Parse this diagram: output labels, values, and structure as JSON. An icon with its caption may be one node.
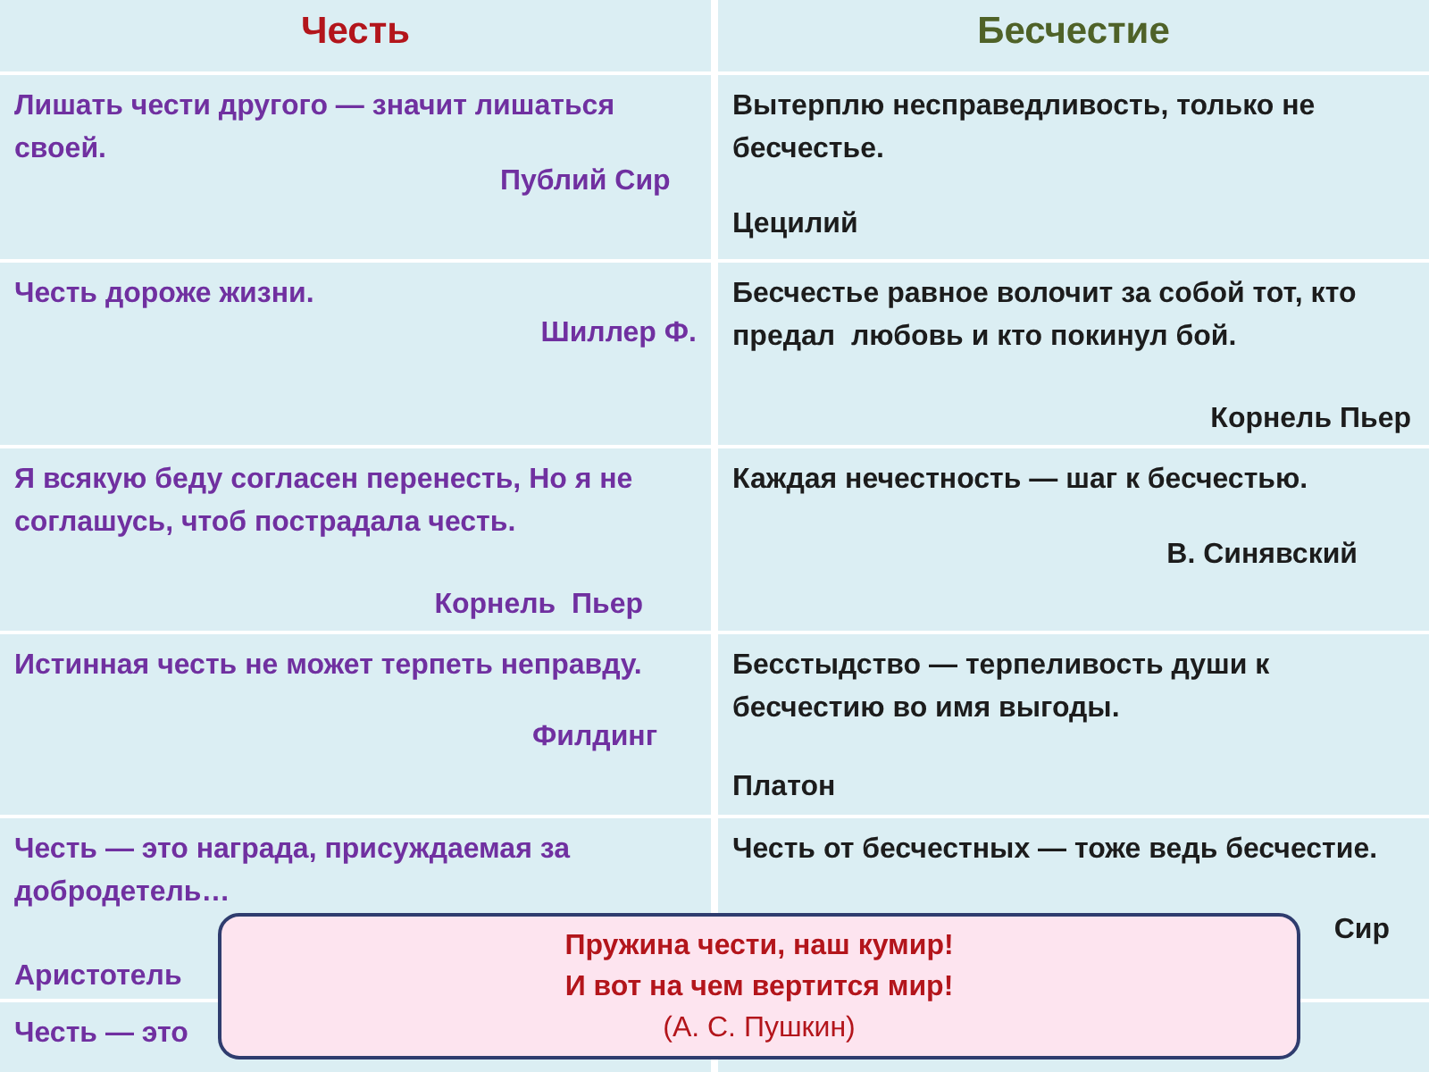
{
  "diagram": {
    "nodes": [
      {
        "text": [
          "Пружина чести, наш кумир!",
          "И вот на чем вертится мир!",
          "(А. С. Пушкин)"
        ]
      }
    ],
    "labels": [
      "Честь",
      "Бесчестие",
      "Лишать чести другого — значит лишаться своей.",
      "Публий Сир",
      "Вытерплю несправедливость, только не бесчестье.",
      "Цецилий",
      "Честь дороже жизни.",
      "Шиллер Ф.",
      "Бесчестье равное волочит за собой тот, кто предал  любовь и кто покинул бой.",
      "Корнель Пьер",
      "Я всякую беду согласен перенесть, Но я не соглашусь, чтоб пострадала честь.",
      "Корнель  Пьер",
      "Каждая нечестность — шаг к бесчестью.",
      "В. Синявский",
      "Истинная честь не может терпеть неправду.",
      "Филдинг",
      "Бесстыдство — терпеливость души к бесчестию во имя выгоды.",
      "Платон",
      "Честь — это награда, присуждаемая за добродетель…",
      "Аристотель",
      "Честь от бесчестных — тоже ведь бесчестие.",
      "Сир",
      "Честь — это"
    ]
  }
}
